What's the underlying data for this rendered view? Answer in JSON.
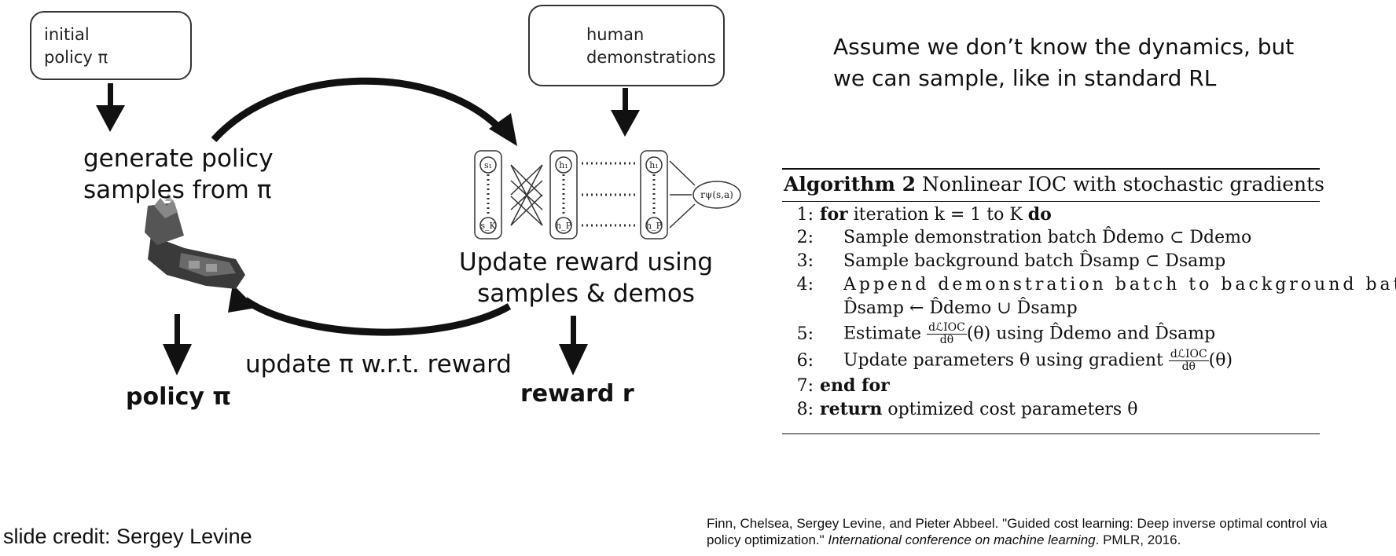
{
  "diagram": {
    "initial_policy": {
      "line1": "initial",
      "line2": "policy π"
    },
    "human_demos": {
      "line1": "human",
      "line2": "demonstrations"
    },
    "generate": {
      "line1": "generate policy",
      "line2": "samples from π"
    },
    "update_reward": {
      "line1": "Update reward using",
      "line2": "samples & demos"
    },
    "update_policy": "update π w.r.t. reward",
    "policy_out": "policy π",
    "reward_out": "reward r",
    "network": {
      "in_top": "s₁",
      "in_bot": "s_K",
      "h1_top": "h₁",
      "h1_bot": "h_P",
      "h2_top": "h₁",
      "h2_bot": "h_P",
      "output": "rψ(s,a)"
    },
    "icons": [
      "hand-icon",
      "robot-arm-icon"
    ]
  },
  "assumption": {
    "line1": "Assume we don’t know the dynamics, but",
    "line2": "we can sample, like in standard RL"
  },
  "algorithm": {
    "label": "Algorithm 2",
    "title": "Nonlinear IOC with stochastic gradients",
    "lines": [
      {
        "n": "1:",
        "kw1": "for",
        "text": " iteration k = 1 to K ",
        "kw2": "do"
      },
      {
        "n": "2:",
        "text": "Sample demonstration batch D̂demo ⊂ Ddemo"
      },
      {
        "n": "3:",
        "text": "Sample background batch D̂samp ⊂ Dsamp"
      },
      {
        "n": "4:",
        "text": "Append demonstration batch to background batch:"
      },
      {
        "n": "",
        "text": "D̂samp ← D̂demo ∪ D̂samp"
      },
      {
        "n": "5:",
        "pre": "Estimate",
        "frac_top": "dℒIOC",
        "frac_bot": "dθ",
        "post": "(θ) using D̂demo and D̂samp"
      },
      {
        "n": "6:",
        "pre": "Update parameters θ using gradient",
        "frac_top": "dℒIOC",
        "frac_bot": "dθ",
        "post": "(θ)"
      },
      {
        "n": "7:",
        "kw1": "end for"
      },
      {
        "n": "8:",
        "kw1": "return",
        "text": " optimized cost parameters θ"
      }
    ]
  },
  "credit": "slide credit: Sergey Levine",
  "citation": {
    "line1": "Finn, Chelsea, Sergey Levine, and Pieter Abbeel. \"Guided cost learning: Deep inverse optimal control via",
    "line2_pre": "policy optimization.\" ",
    "line2_em": "International conference on machine learning",
    "line2_post": ". PMLR, 2016."
  }
}
